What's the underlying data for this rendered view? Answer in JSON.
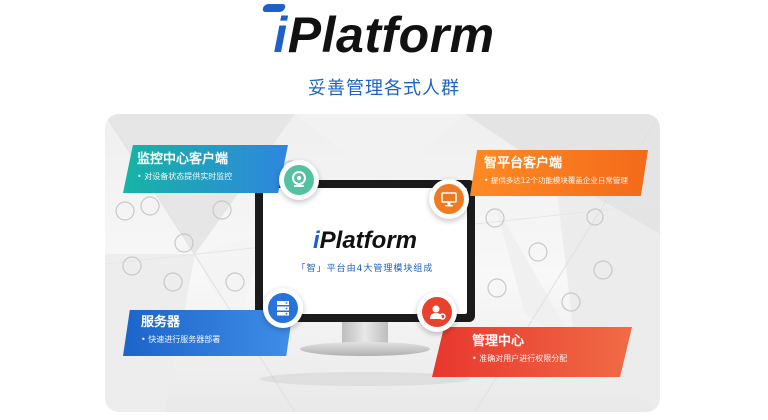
{
  "header": {
    "logo_prefix": "i",
    "logo_text": "Platform",
    "subtitle": "妥善管理各式人群"
  },
  "screen": {
    "logo_prefix": "i",
    "logo_text": "Platform",
    "caption": "「智」平台由4大管理模块组成"
  },
  "modules": {
    "monitor": {
      "title": "监控中心客户端",
      "desc": "• 对设备状态提供实时监控"
    },
    "smart": {
      "title": "智平台客户端",
      "desc": "• 提供多达12个功能模块覆盖企业日常管理"
    },
    "server": {
      "title": "服务器",
      "desc": "• 快速进行服务器部署"
    },
    "manage": {
      "title": "管理中心",
      "desc": "• 准确对用户进行权限分配"
    }
  },
  "icons": {
    "monitor": "webcam-icon",
    "smart": "desktop-monitor-icon",
    "server": "server-rack-icon",
    "manage": "user-gear-icon"
  },
  "colors": {
    "brand_blue": "#1f5fc8",
    "monitor_banner": "#16b4a5",
    "smart_banner": "#f36a1a",
    "server_banner": "#1c64c9",
    "manage_banner": "#e8372e"
  }
}
